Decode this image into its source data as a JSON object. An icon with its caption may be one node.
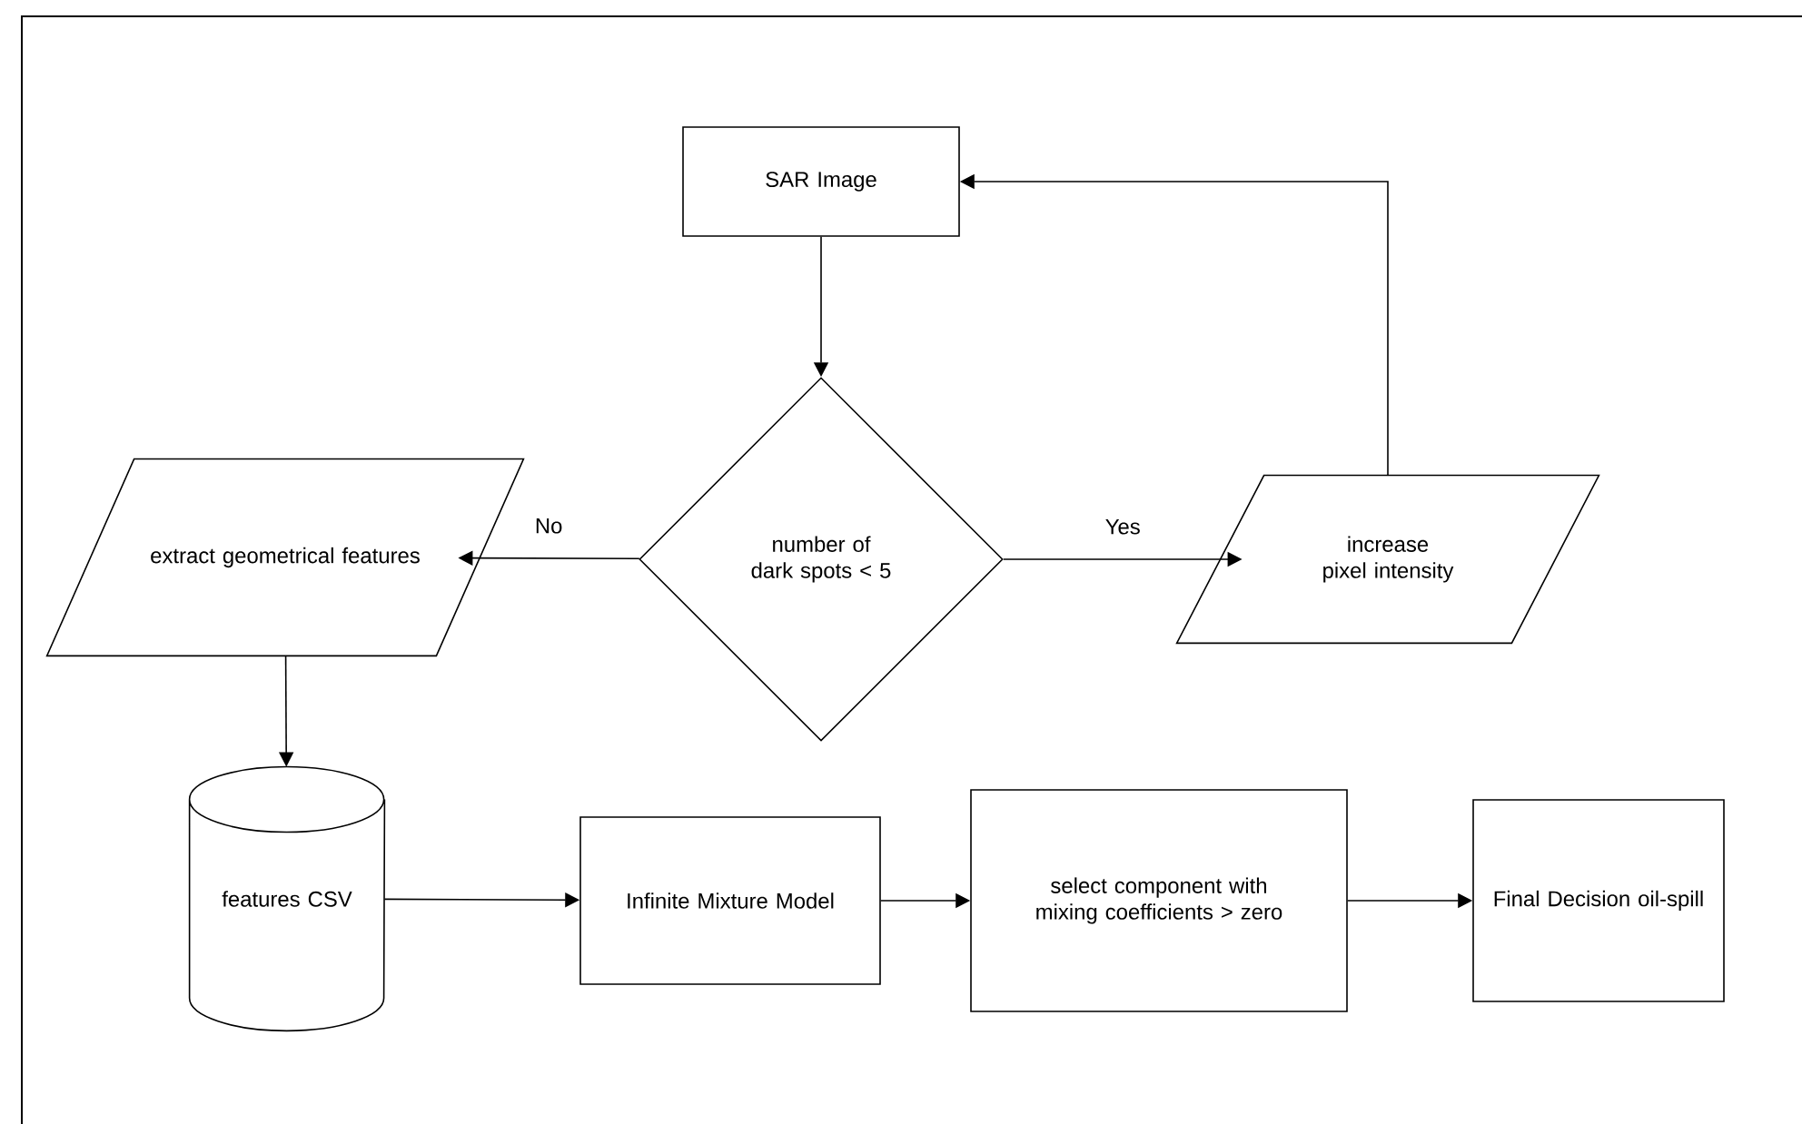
{
  "diagram": {
    "nodes": [
      {
        "text": [
          "SAR Image"
        ]
      },
      {
        "text": [
          "number of dark spots < 5"
        ]
      },
      {
        "text": [
          "extract geometrical features"
        ]
      },
      {
        "text": [
          "increase pixel intensity"
        ]
      },
      {
        "text": [
          "features CSV"
        ]
      },
      {
        "text": [
          "Infinite Mixture Model"
        ]
      },
      {
        "text": [
          "select component with mixing coefficients > zero"
        ]
      },
      {
        "text": [
          "Final Decision oil-spill"
        ]
      }
    ],
    "edges": [
      {
        "from": 0,
        "to": 1,
        "arrow": "to"
      },
      {
        "from": 1,
        "to": 2,
        "arrow": "to",
        "label": "No"
      },
      {
        "from": 1,
        "to": 3,
        "arrow": "to",
        "label": "Yes"
      },
      {
        "from": 3,
        "to": 0,
        "arrow": "to"
      },
      {
        "from": 2,
        "to": 4,
        "arrow": "to"
      },
      {
        "from": 4,
        "to": 5,
        "arrow": "to"
      },
      {
        "from": 5,
        "to": 6,
        "arrow": "to"
      },
      {
        "from": 6,
        "to": 7,
        "arrow": "to"
      }
    ]
  }
}
